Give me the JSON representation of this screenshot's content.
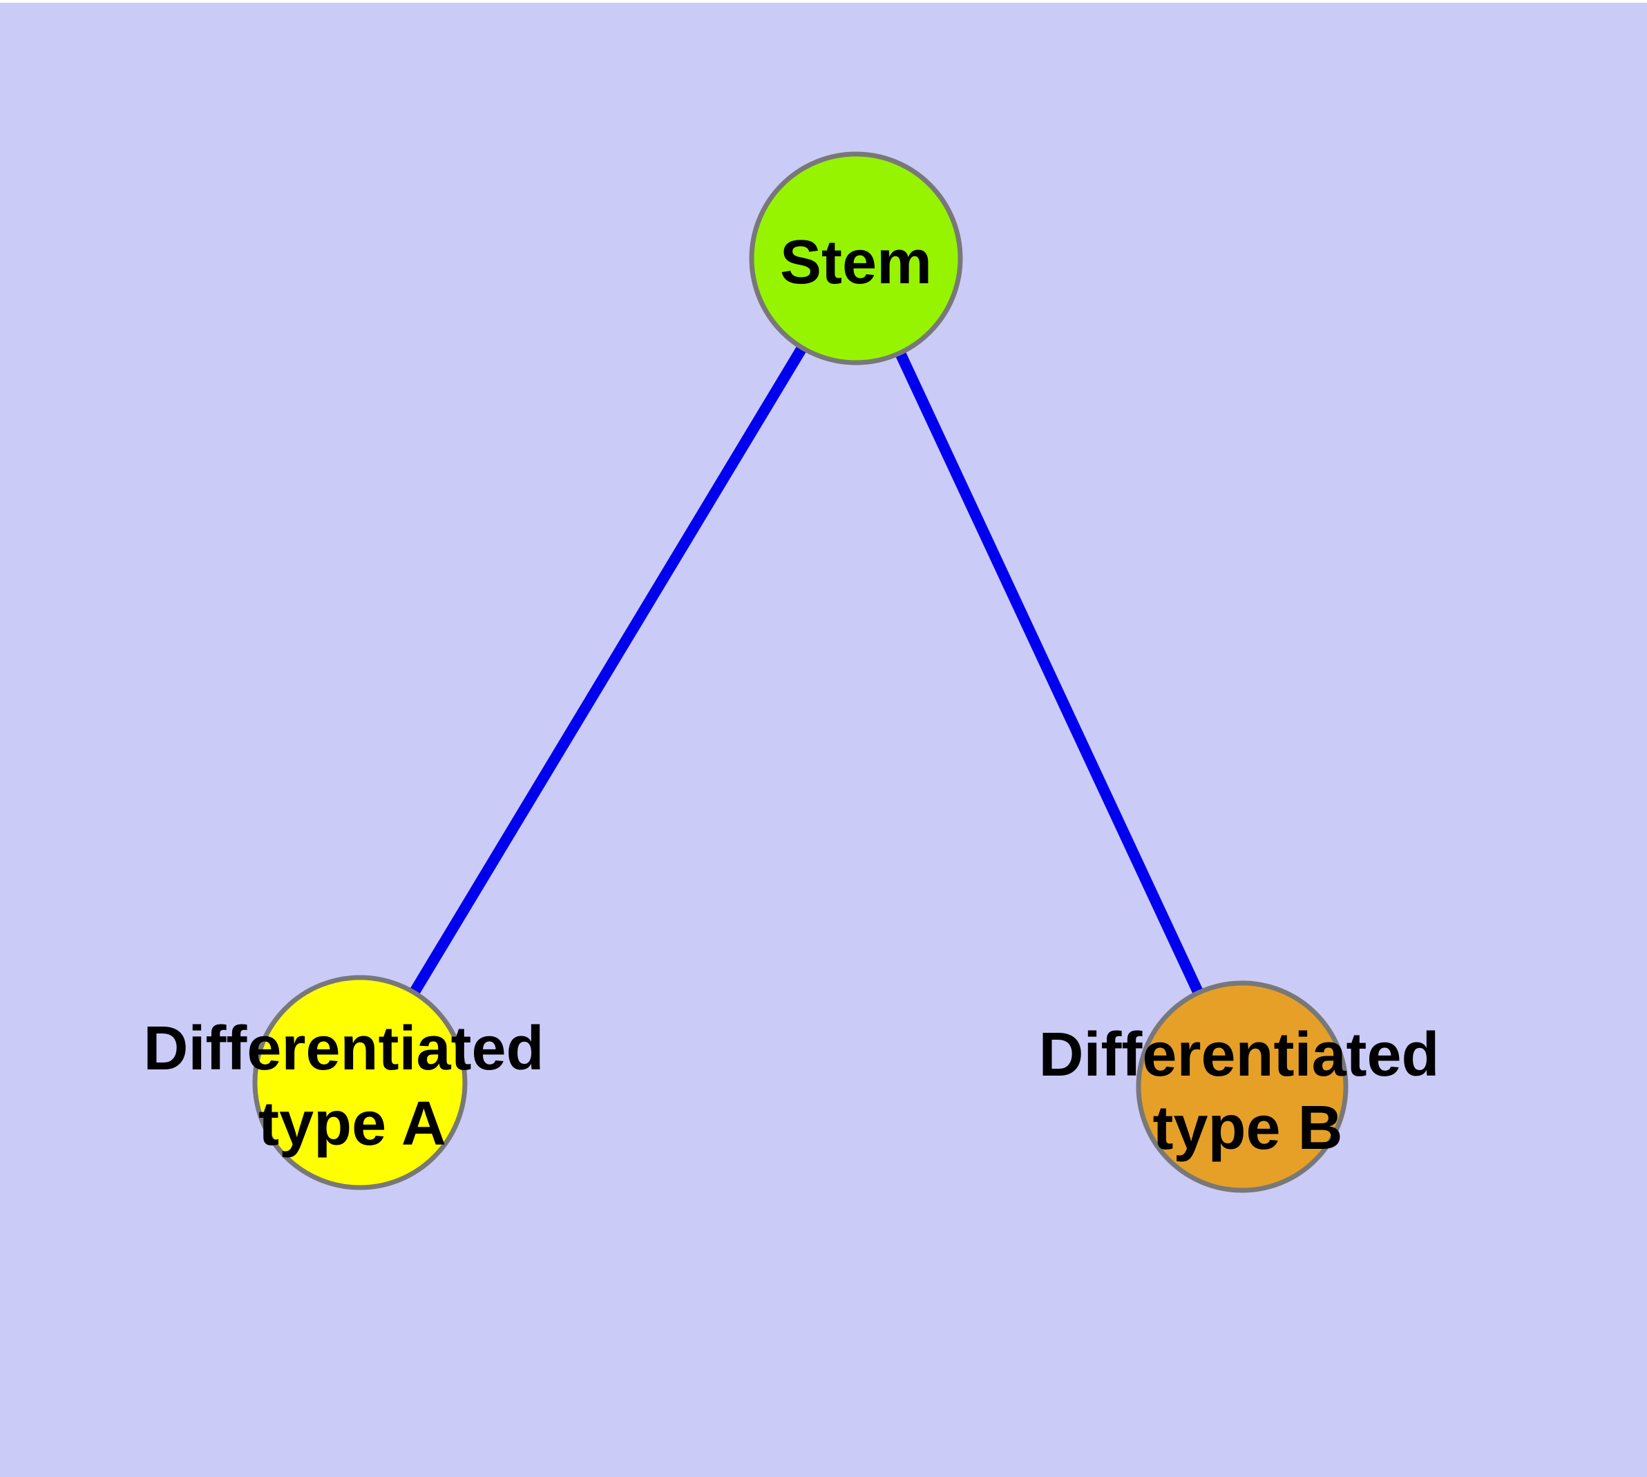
{
  "diagram": {
    "kind": "node-link-graph",
    "colors": {
      "background": "#CBCBF8",
      "top_border": "#FFFFFF",
      "edge": "#0000EE",
      "node_border": "#787878",
      "label_text": "#000000"
    },
    "nodes": [
      {
        "id": "stem",
        "label": "Stem",
        "fill": "#96F400"
      },
      {
        "id": "differentiated-type-a",
        "label_line1": "Differentiated",
        "label_line2": "type A",
        "fill": "#FFFF00"
      },
      {
        "id": "differentiated-type-b",
        "label_line1": "Differentiated",
        "label_line2": "type B",
        "fill": "#E6A028"
      }
    ],
    "edges": [
      {
        "from": "stem",
        "to": "differentiated-type-a",
        "color": "#0000EE"
      },
      {
        "from": "stem",
        "to": "differentiated-type-b",
        "color": "#0000EE"
      }
    ]
  }
}
